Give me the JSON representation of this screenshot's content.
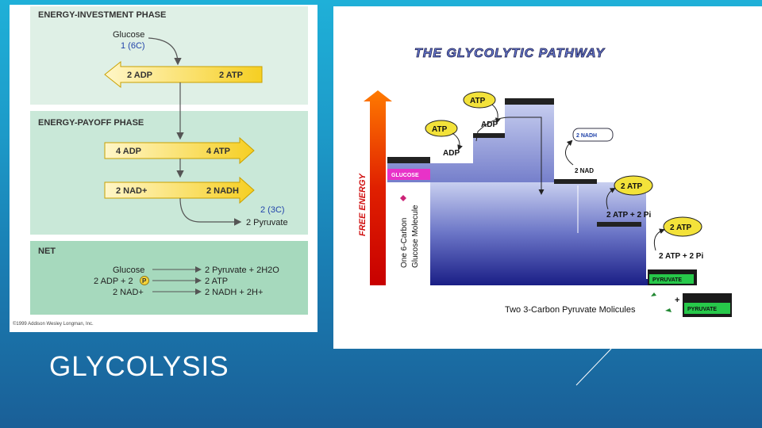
{
  "slide": {
    "title": "GLYCOLYSIS"
  },
  "left": {
    "phase1": "ENERGY-INVESTMENT PHASE",
    "glucose": "Glucose",
    "glucose_c": "1 (6C)",
    "p1_left": "2 ADP",
    "p1_right": "2 ATP",
    "phase2": "ENERGY-PAYOFF PHASE",
    "p2a_left": "4 ADP",
    "p2a_right": "4 ATP",
    "p2b_left": "2 NAD+",
    "p2b_right": "2 NADH",
    "pyr_c": "2 (3C)",
    "pyr": "2 Pyruvate",
    "net": "NET",
    "net_rows": [
      {
        "left": "Glucose",
        "right": "2 Pyruvate + 2H2O"
      },
      {
        "left": "2 ADP + 2",
        "right": "2 ATP"
      },
      {
        "left": "2 NAD+",
        "right": "2 NADH + 2H+"
      }
    ],
    "pi_symbol": "P",
    "copyright": "©1999 Addison Wesley Longman, Inc."
  },
  "right": {
    "title": "THE GLYCOLYTIC PATHWAY",
    "axis": "FREE ENERGY",
    "glucose_box": "GLUCOSE",
    "glucose_mol_1": "One 6-Carbon",
    "glucose_mol_2": "Glucose Molecule",
    "atp_top": "ATP",
    "adp_top": "ADP",
    "atp_left": "ATP",
    "adp_left": "ADP",
    "nadh": "2 NADH",
    "nad": "2 NAD",
    "atp2a": "2 ATP",
    "atp_pi_1": "2 ATP + 2 Pi",
    "atp2b": "2 ATP",
    "atp_pi_2": "2 ATP + 2 Pi",
    "pyruvate1": "PYRUVATE",
    "pyruvate2": "PYRUVATE",
    "plus": "+",
    "bottom_label": "Two 3-Carbon Pyruvate Molicules"
  }
}
